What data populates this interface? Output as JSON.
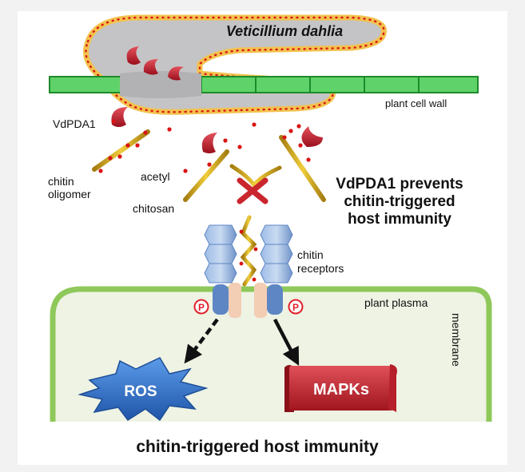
{
  "organism": "Veticillium dahlia",
  "labels": {
    "cell_wall": "plant cell wall",
    "effector": "VdPDA1",
    "chitin_oligomer_1": "chitin",
    "chitin_oligomer_2": "oligomer",
    "acetyl": "acetyl",
    "chitosan": "chitosan",
    "receptors_1": "chitin",
    "receptors_2": "receptors",
    "membrane_1": "plant plasma",
    "membrane_2": "membrane",
    "phospho": "P",
    "ros": "ROS",
    "mapks": "MAPKs",
    "bottom_caption": "chitin-triggered host immunity"
  },
  "statement": {
    "line1": "VdPDA1 prevents",
    "line2": "chitin-triggered",
    "line3": "host immunity"
  },
  "colors": {
    "background": "#f2f2f2",
    "wall_fill": "#5fd36a",
    "wall_stroke": "#1e8a2a",
    "hypha_fill": "#c4c4c6",
    "hypha_halo": "#f2c24e",
    "dot_red": "#d91414",
    "effector_red": "#c41a2a",
    "chitin_gold": "#c9a21a",
    "receptor_blue": "#7ea3d6",
    "membrane_green": "#8fc85a",
    "cell_fill": "#eef3e4",
    "ros_blue": "#2f73c4",
    "mapks_red": "#c9262e",
    "cross_red": "#c9262e"
  }
}
